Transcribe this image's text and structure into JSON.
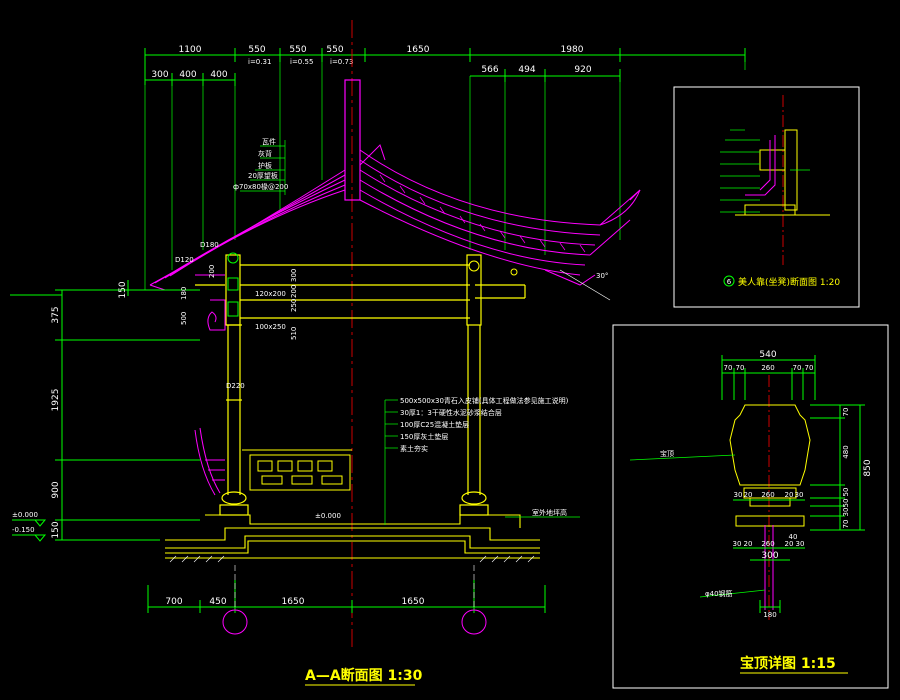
{
  "colors": {
    "background": "#000000",
    "dimension": "#00ff00",
    "roof": "#ff00ff",
    "structure": "#ffff00",
    "centerline": "#ff0000",
    "text": "#ffffff",
    "frame": "#ffffff",
    "title": "#ffff00"
  },
  "section": {
    "title": "A—A断面图 1:30",
    "top_dims_row1": [
      "1100",
      "550",
      "550",
      "550",
      "1650",
      "1980"
    ],
    "top_dims_row1_sub": [
      "i=0.31",
      "i=0.55",
      "i=0.73"
    ],
    "top_dims_row2_left": [
      "300",
      "400",
      "400"
    ],
    "top_dims_row2_right": [
      "566",
      "494",
      "920"
    ],
    "left_vdims": [
      "150",
      "375",
      "1925",
      "900",
      "150"
    ],
    "elev_labels": [
      "±0.000",
      "-0.150"
    ],
    "roof_layers": [
      "瓦件",
      "灰背",
      "护板",
      "20厚望板",
      "ф70x80椽@200"
    ],
    "member_labels": {
      "d180": "D180",
      "d120": "D120",
      "d220": "D220",
      "v200": "200",
      "v180": "180",
      "v500": "500",
      "beam1": "120x200",
      "beam2": "100x250",
      "v300": "300",
      "v250": "250",
      "v200b": "200",
      "v510": "510",
      "angle": "30°"
    },
    "floor_notes": [
      "500x500x30青石入皮铺(具体工程做法参见施工说明)",
      "30厚1：3干硬性水泥砂浆结合层",
      "100厚C25混凝土垫层",
      "150厚灰土垫层",
      "素土夯实"
    ],
    "floor_level": "±0.000",
    "ground_note": "室外地坪高",
    "bottom_dims": [
      "700",
      "450",
      "1650",
      "1650"
    ]
  },
  "detail1": {
    "title": "美人靠(坐凳)断面图 1:20",
    "circle_label": "6"
  },
  "detail2": {
    "title": "宝顶详图 1:15",
    "top_total": "540",
    "top_dims": [
      "70",
      "70",
      "260",
      "70",
      "70"
    ],
    "right_dims": [
      "70",
      "480",
      "50",
      "50",
      "30",
      "70"
    ],
    "right_total": "850",
    "mid_dims": [
      "30",
      "20",
      "260",
      "20",
      "30"
    ],
    "lower_dims": [
      "30",
      "20",
      "260",
      "20",
      "30"
    ],
    "lower_sub": "40",
    "base_width": "300",
    "note_left": "宝顶",
    "note_bottom": "φ40钢筋",
    "bottom_dim": "180"
  }
}
